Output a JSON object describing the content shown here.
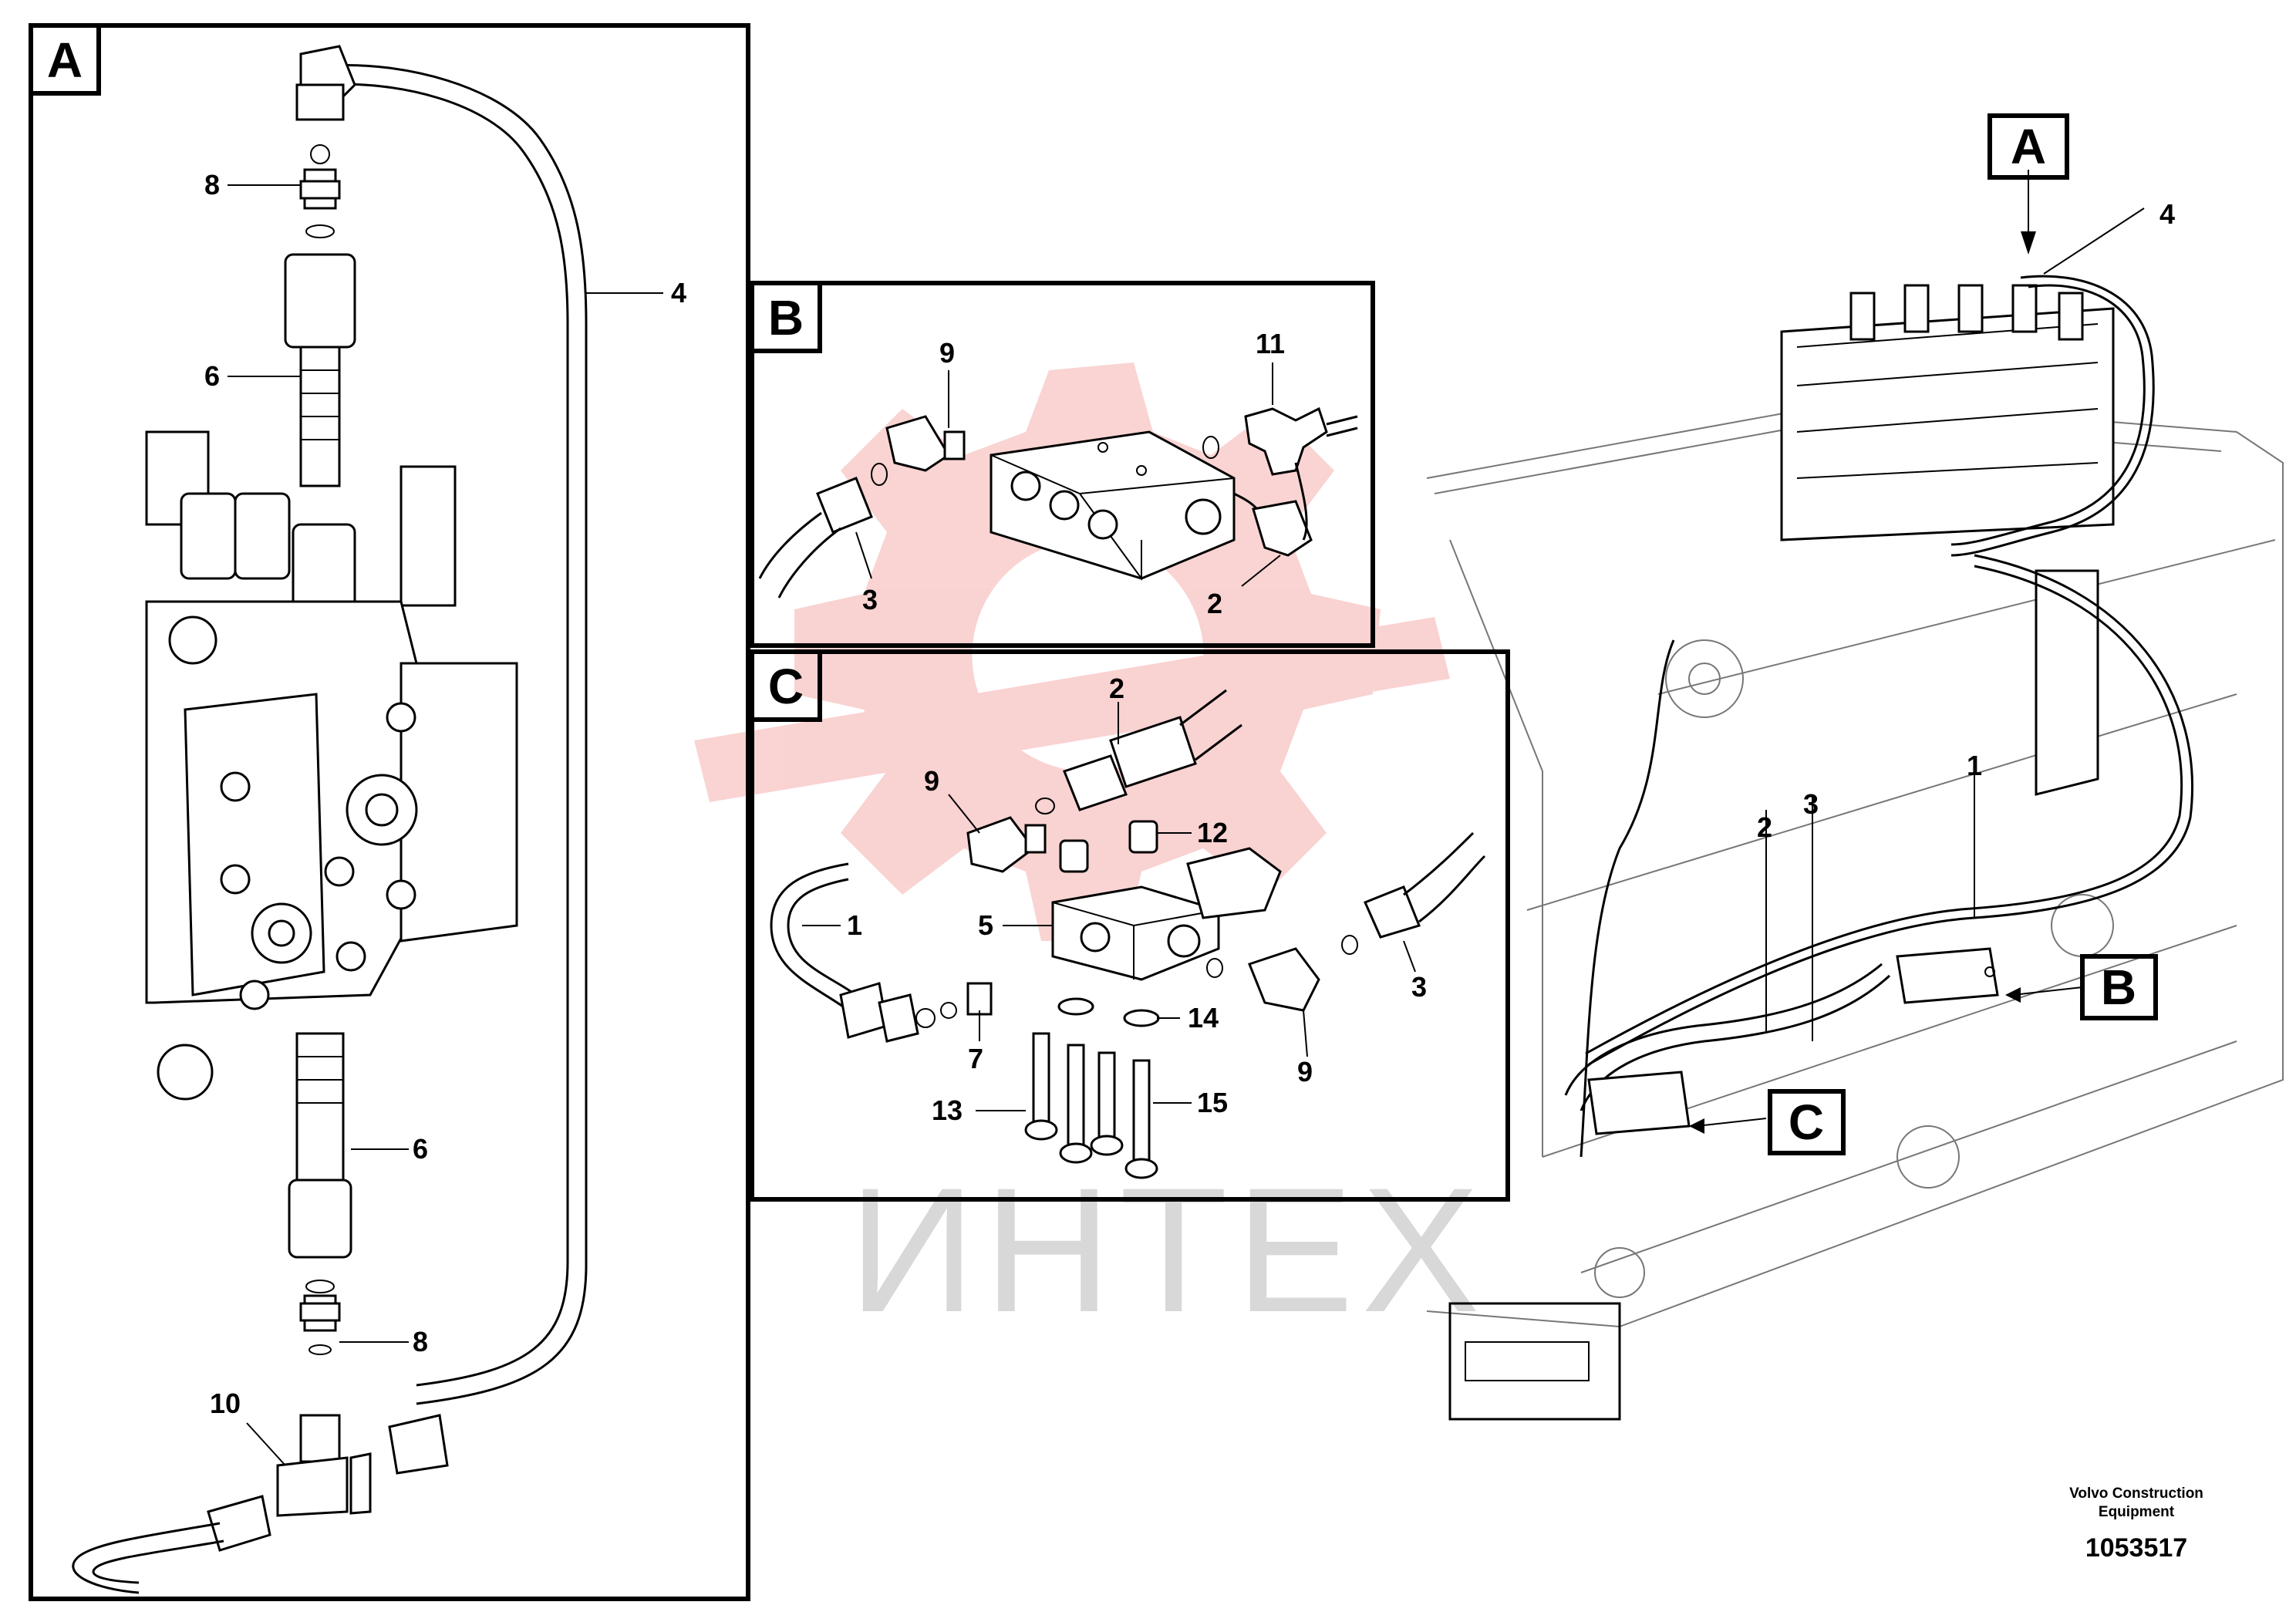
{
  "watermark": {
    "text": "ИНТЕХ",
    "color": "#e53935"
  },
  "brand": {
    "line1": "Volvo Construction",
    "line2": "Equipment",
    "doc_number": "1053517"
  },
  "panels": {
    "A": {
      "letter": "A",
      "callouts": {
        "c8a": "8",
        "c6a": "6",
        "c4": "4",
        "c6b": "6",
        "c8b": "8",
        "c10": "10"
      }
    },
    "B": {
      "letter": "B",
      "callouts": {
        "c9": "9",
        "c11": "11",
        "c3": "3",
        "c2": "2"
      }
    },
    "C": {
      "letter": "C",
      "callouts": {
        "c2": "2",
        "c9a": "9",
        "c12": "12",
        "c1": "1",
        "c5": "5",
        "c3": "3",
        "c14": "14",
        "c7": "7",
        "c9b": "9",
        "c13": "13",
        "c15": "15"
      }
    }
  },
  "overview": {
    "tags": {
      "A": "A",
      "B": "B",
      "C": "C"
    },
    "callouts": {
      "c4": "4",
      "c1": "1",
      "c2": "2",
      "c3": "3"
    }
  }
}
